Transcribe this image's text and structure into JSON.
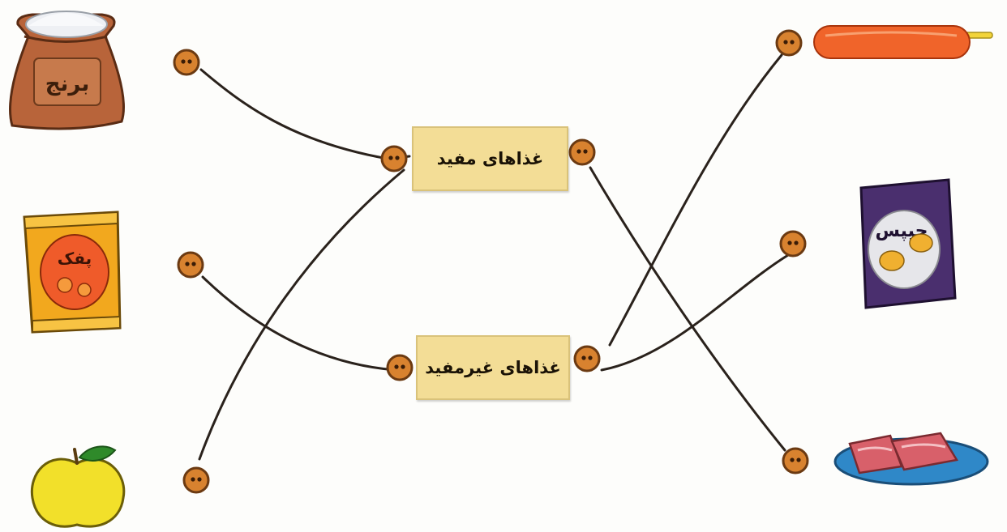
{
  "categories": {
    "healthy": "غذاهای مفید",
    "unhealthy": "غذاهای غیرمفید"
  },
  "items": {
    "rice": {
      "text": "برنج",
      "icon": "rice-sack-icon"
    },
    "chips_left": {
      "text": "پفک",
      "icon": "puffs-bag-icon"
    },
    "apple": {
      "icon": "apple-icon"
    },
    "sausage": {
      "icon": "sausage-icon"
    },
    "chips_right": {
      "text": "چیپس",
      "icon": "chips-bag-icon"
    },
    "meat": {
      "icon": "meat-plate-icon"
    }
  },
  "colors": {
    "box_fill": "#f3dd96",
    "dot_fill": "#d8822f",
    "dot_stroke": "#6b3a12",
    "line": "#2a221c"
  }
}
